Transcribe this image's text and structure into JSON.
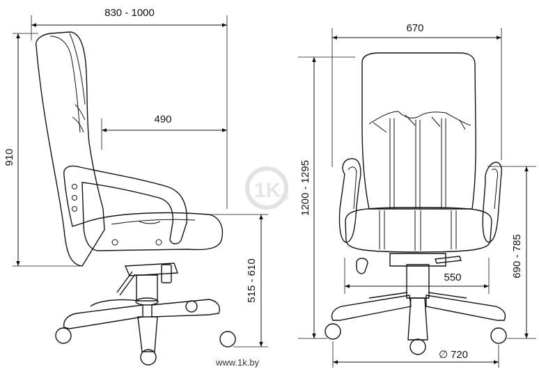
{
  "side_view": {
    "width_label": "830 - 1000",
    "height_label": "910",
    "seat_depth_label": "490",
    "seat_height_label": "515 - 610"
  },
  "front_view": {
    "width_label": "670",
    "total_height_label": "1200 - 1295",
    "armrest_height_label": "690 - 785",
    "seat_width_label": "550",
    "base_diameter_label": "720",
    "diameter_symbol": "∅"
  },
  "watermark": {
    "logo": "1K",
    "logo_suffix": ".by",
    "site": "www.1k.by"
  }
}
